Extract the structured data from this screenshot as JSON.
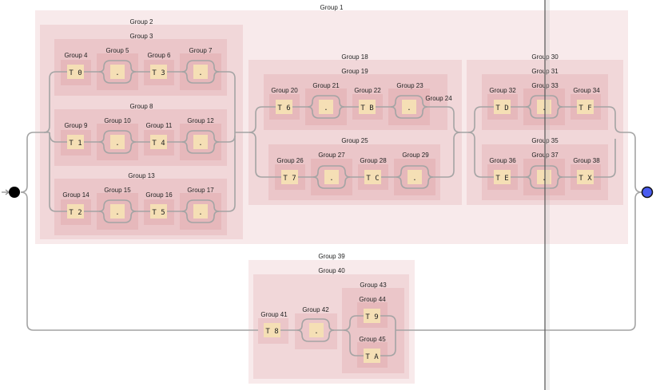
{
  "colors": {
    "group_fill": "#c4545c",
    "task_fill": "#f5dfb5",
    "wire": "#a4a4a4",
    "start_node": "#000000",
    "end_node": "#4a5cf0",
    "split_line": "#555555"
  },
  "groups": {
    "g1": "Group 1",
    "g2": "Group 2",
    "g3": "Group 3",
    "g4": "Group 4",
    "g5": "Group 5",
    "g6": "Group 6",
    "g7": "Group 7",
    "g8": "Group 8",
    "g9": "Group 9",
    "g10": "Group 10",
    "g11": "Group 11",
    "g12": "Group 12",
    "g13": "Group 13",
    "g14": "Group 14",
    "g15": "Group 15",
    "g16": "Group 16",
    "g17": "Group 17",
    "g18": "Group 18",
    "g19": "Group 19",
    "g20": "Group 20",
    "g21": "Group 21",
    "g22": "Group 22",
    "g23": "Group 23",
    "g24": "Group 24",
    "g25": "Group 25",
    "g26": "Group 26",
    "g27": "Group 27",
    "g28": "Group 28",
    "g29": "Group 29",
    "g30": "Group 30",
    "g31": "Group 31",
    "g32": "Group 32",
    "g33": "Group 33",
    "g34": "Group 34",
    "g35": "Group 35",
    "g36": "Group 36",
    "g37": "Group 37",
    "g38": "Group 38",
    "g39": "Group 39",
    "g40": "Group 40",
    "g41": "Group 41",
    "g42": "Group 42",
    "g43": "Group 43",
    "g44": "Group 44",
    "g45": "Group 45"
  },
  "tasks": {
    "t0": "T 0",
    "t1": "T 1",
    "t2": "T 2",
    "t3": "T 3",
    "t4": "T 4",
    "t5": "T 5",
    "t6": "T 6",
    "t7": "T 7",
    "tB": "T B",
    "tC": "T C",
    "tD": "T D",
    "tE": "T E",
    "tF": "T F",
    "tX": "T X",
    "t8": "T 8",
    "t9": "T 9",
    "tA": "T A",
    "dot": "."
  }
}
